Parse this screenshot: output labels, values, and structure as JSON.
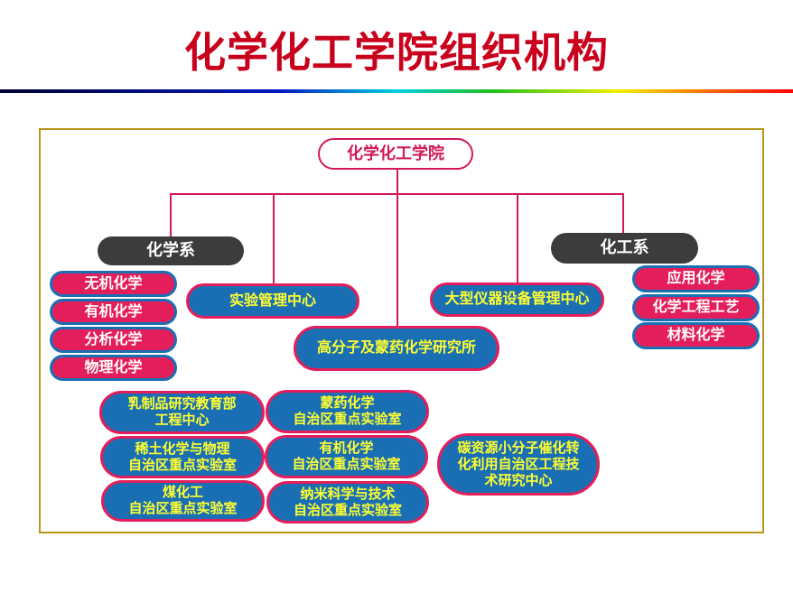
{
  "title": "化学化工学院组织机构",
  "root": "化学化工学院",
  "chemistry_dept": {
    "label": "化学系",
    "programs": [
      "无机化学",
      "有机化学",
      "分析化学",
      "物理化学"
    ]
  },
  "chemeng_dept": {
    "label": "化工系",
    "programs": [
      "应用化学",
      "化学工程工艺",
      "材料化学"
    ]
  },
  "centers": {
    "lab_mgmt": "实验管理中心",
    "instrument_mgmt": "大型仪器设备管理中心",
    "polymer_institute": "高分子及蒙药化学研究所"
  },
  "labs": [
    [
      "乳制品研究教育部",
      "工程中心"
    ],
    [
      "蒙药化学",
      "自治区重点实验室"
    ],
    [
      "稀土化学与物理",
      "自治区重点实验室"
    ],
    [
      "有机化学",
      "自治区重点实验室"
    ],
    [
      "煤化工",
      "自治区重点实验室"
    ],
    [
      "纳米科学与技术",
      "自治区重点实验室"
    ]
  ],
  "carbon_center": [
    "碳资源小分子催化转",
    "化利用自治区工程技",
    "术研究中心"
  ]
}
